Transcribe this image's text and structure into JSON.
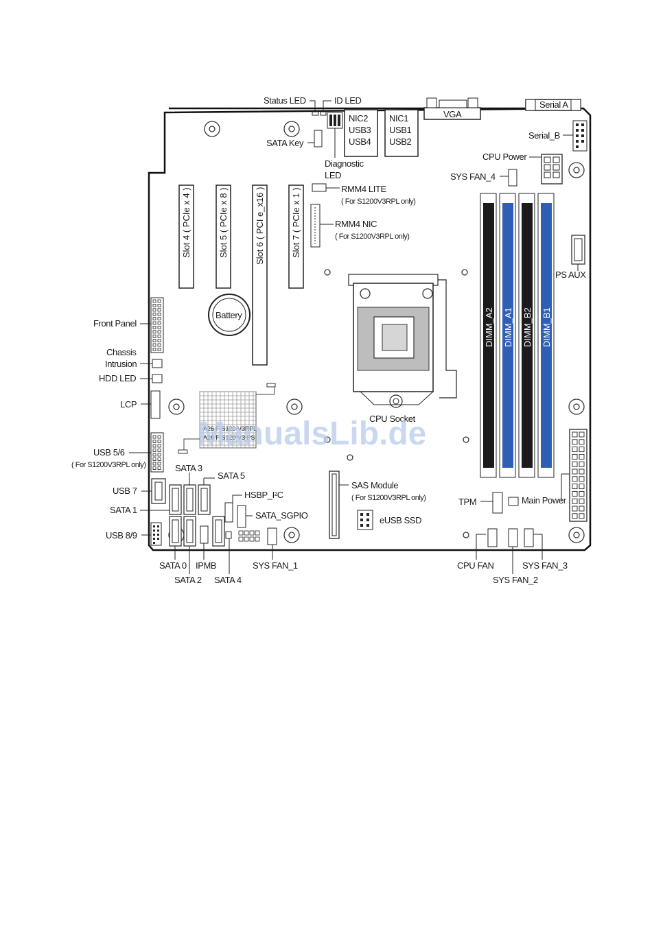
{
  "labels": {
    "status_led": "Status LED",
    "id_led": "ID LED",
    "nic2": [
      "NIC2",
      "USB3",
      "USB4"
    ],
    "nic1": [
      "NIC1",
      "USB1",
      "USB2"
    ],
    "vga": "VGA",
    "serial_a": "Serial A",
    "serial_b": "Serial_B",
    "sata_key": "SATA Key",
    "diagnostic_led": [
      "Diagnostic",
      "LED"
    ],
    "cpu_power": "CPU Power",
    "sys_fan_4": "SYS FAN_4",
    "rmm4_lite": "RMM4 LITE",
    "rmm4_lite_note": "( For S1200V3RPL only)",
    "rmm4_nic": "RMM4 NIC",
    "rmm4_nic_note": "( For S1200V3RPL only)",
    "ps_aux": "PS AUX",
    "slot4": "Slot 4 ( PCIe x 4 )",
    "slot5": "Slot 5 ( PCIe x 8 )",
    "slot6": "Slot 6 ( PCI e_x16 )",
    "slot7": "Slot 7 ( PCIe x 1 )",
    "battery": "Battery",
    "front_panel": "Front Panel",
    "chassis_intrusion": [
      "Chassis",
      "Intrusion"
    ],
    "hdd_led": "HDD LED",
    "lcp": "LCP",
    "usb56": "USB 5/6",
    "usb56_note": "( For S1200V3RPL only)",
    "usb7": "USB 7",
    "sata1": "SATA 1",
    "sata3": "SATA 3",
    "sata5": "SATA 5",
    "hsbp": "HSBP_I²C",
    "sata_sgpio": "SATA_SGPIO",
    "usb89": "USB 8/9",
    "sata0": "SATA 0",
    "ipmb": "IPMB",
    "sata2": "SATA 2",
    "sata4": "SATA 4",
    "sys_fan_1": "SYS FAN_1",
    "sas_module": "SAS Module",
    "sas_module_note": "( For S1200V3RPL only)",
    "eusb_ssd": "eUSB SSD",
    "cpu_socket": "CPU Socket",
    "dimm_a2": "DIMM_A2",
    "dimm_a1": "DIMM_A1",
    "dimm_b2": "DIMM_B2",
    "dimm_b1": "DIMM_B1",
    "tpm": "TPM",
    "main_power": "Main Power",
    "cpu_fan": "CPU FAN",
    "sys_fan_2": "SYS FAN_2",
    "sys_fan_3": "SYS FAN_3",
    "chipset": [
      "A26 F  S120 V3RPL",
      "A26 F  S120 V3 PS"
    ],
    "watermark": "ManualsLib.de"
  },
  "colors": {
    "dimm_black": "#1b1b1b",
    "dimm_blue": "#2f5fb5",
    "outline": "#111111",
    "watermark": "#b8ccec"
  }
}
